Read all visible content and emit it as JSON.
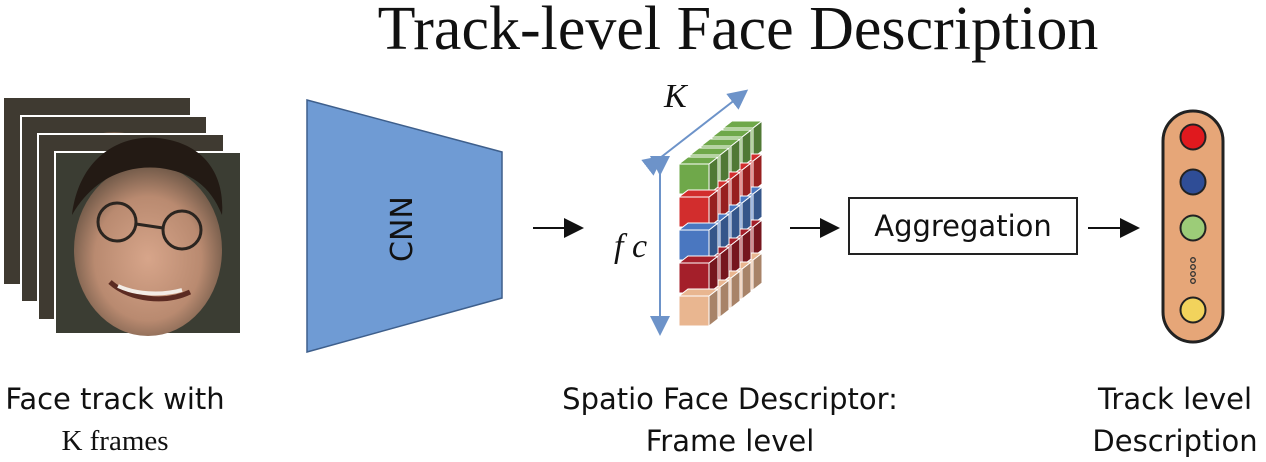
{
  "title": "Track-level Face Description",
  "face_track_caption": [
    "Face track with",
    "K frames"
  ],
  "cnn_label": "CNN",
  "k_label": "K",
  "fc_label": "f c",
  "spatio_caption": [
    "Spatio Face Descriptor:",
    "Frame level"
  ],
  "aggregation_label": "Aggregation",
  "track_caption": [
    "Track level",
    "Description"
  ],
  "colors": {
    "cnn_fill": "#6f9bd4",
    "cube_green": "#6fa84a",
    "cube_red": "#d22d2d",
    "cube_blue": "#4a77c0",
    "cube_darkred": "#a41f2a",
    "cube_peach": "#e9b690",
    "vector_fill": "#e6a678",
    "node_red": "#e0191e",
    "node_blue": "#2f4d96",
    "node_green": "#9ccc78",
    "node_yellow": "#f2d35c",
    "axis_arrow": "#6d93c9"
  }
}
